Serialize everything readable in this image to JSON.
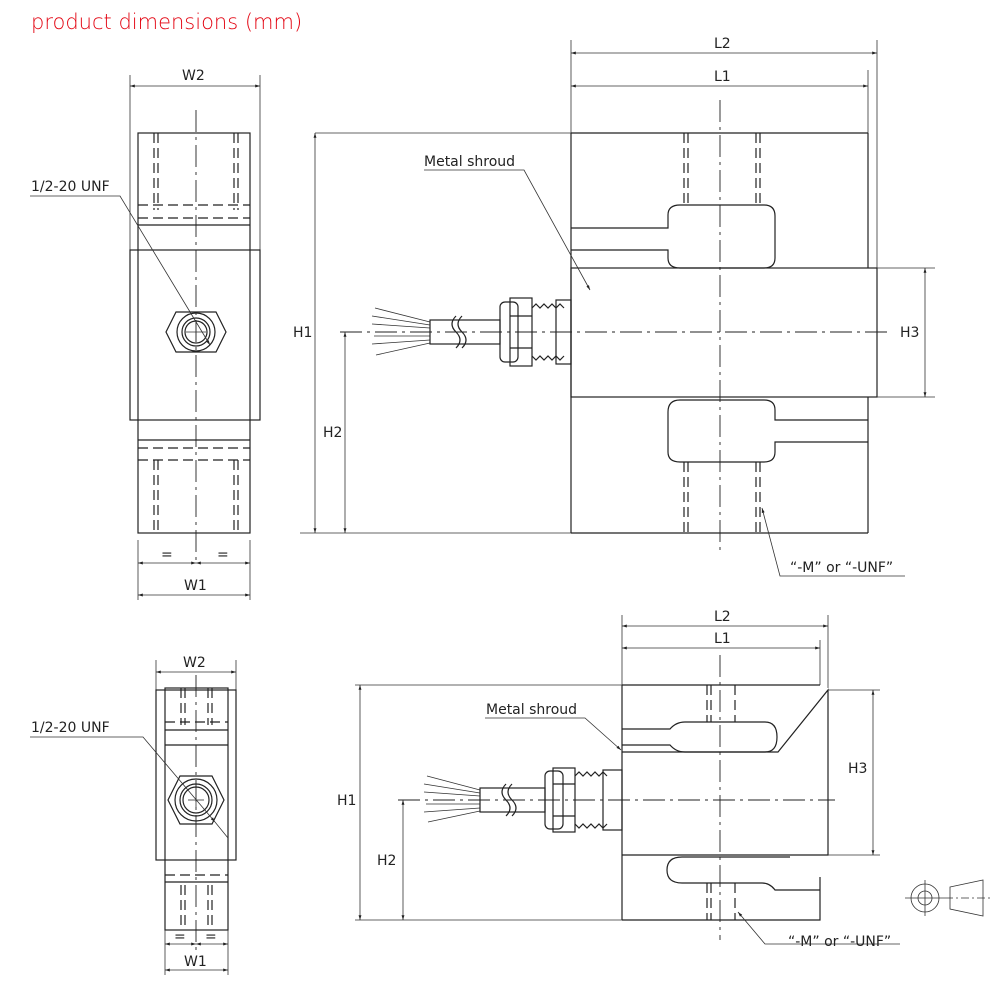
{
  "title": "product dimensions (mm)",
  "colors": {
    "title": "#e30613",
    "lines": "#222222"
  },
  "top_side_view": {
    "width_top": "W2",
    "width_bottom": "W1",
    "equal_left": "=",
    "equal_right": "=",
    "thread_label": "1/2-20 UNF"
  },
  "top_front_view": {
    "length_outer": "L2",
    "length_inner": "L1",
    "height_total": "H1",
    "height_center": "H2",
    "height_shroud": "H3",
    "shroud_label": "Metal shroud",
    "thread_option_label": "“-M” or “-UNF”"
  },
  "bottom_side_view": {
    "width_top": "W2",
    "width_bottom": "W1",
    "equal_left": "=",
    "equal_right": "=",
    "thread_label": "1/2-20 UNF"
  },
  "bottom_front_view": {
    "length_outer": "L2",
    "length_inner": "L1",
    "height_total": "H1",
    "height_center": "H2",
    "height_shroud": "H3",
    "shroud_label": "Metal shroud",
    "thread_option_label": "“-M” or “-UNF”"
  },
  "projection_symbol": "third-angle-projection-icon"
}
